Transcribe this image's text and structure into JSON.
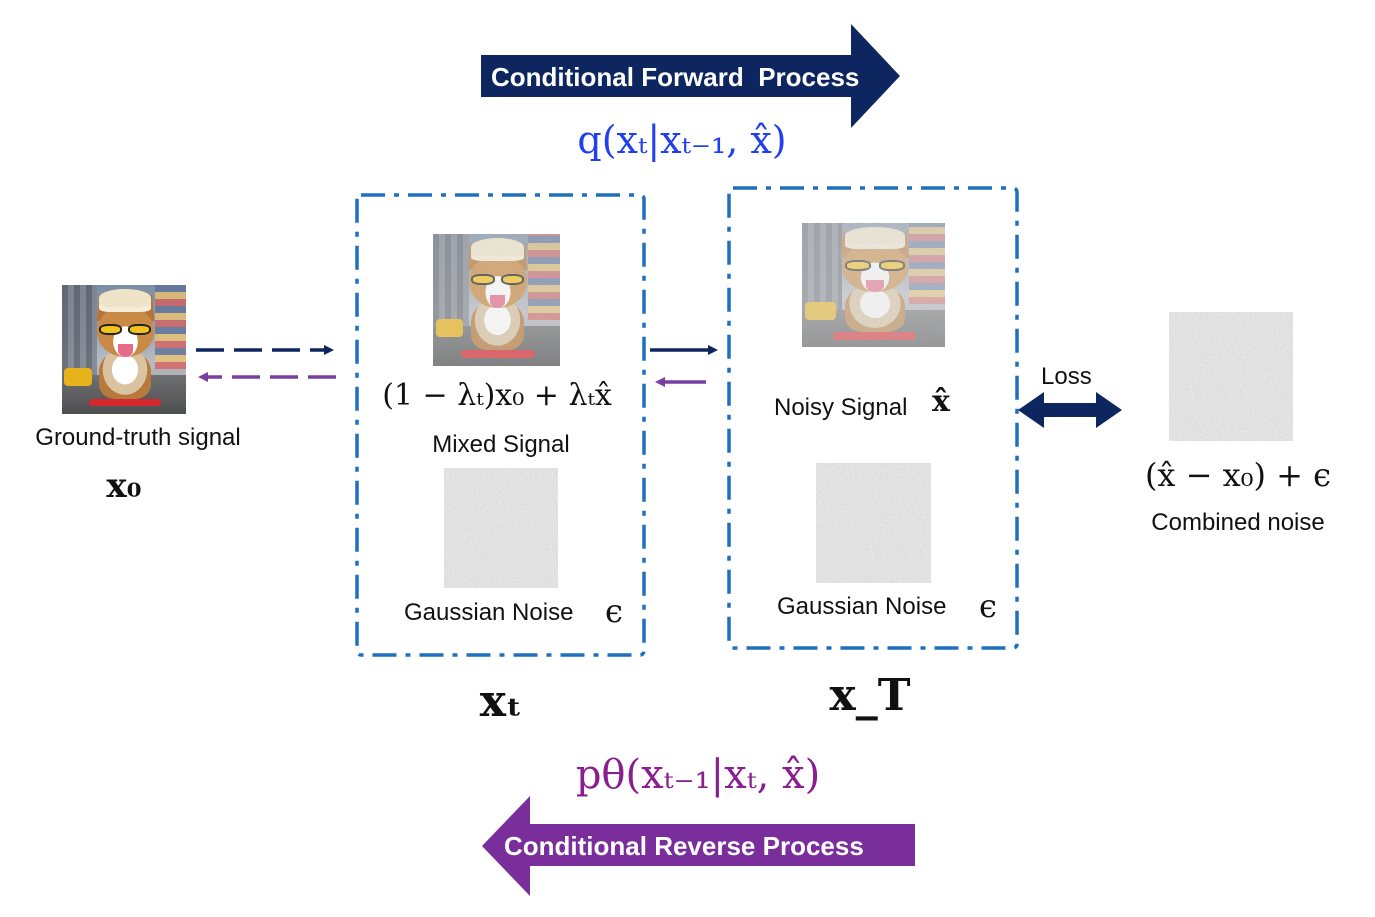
{
  "forward_banner": {
    "label": "Conditional Forward  Process",
    "color": "#0d2660"
  },
  "reverse_banner": {
    "label": "Conditional Reverse Process",
    "color": "#7a2e9c"
  },
  "forward_formula": {
    "text": "q(xₜ|xₜ₋₁, x̂)",
    "color": "#1f3ff0"
  },
  "reverse_formula": {
    "text": "pθ(xₜ₋₁|xₜ, x̂)",
    "color": "#8a1d8f"
  },
  "ground_truth": {
    "label": "Ground-truth signal",
    "symbol": "x₀"
  },
  "xt_box": {
    "mixed_formula": "(1 − λₜ)x₀ + λₜx̂",
    "mixed_label": "Mixed Signal",
    "noise_label": "Gaussian Noise",
    "noise_symbol": "ϵ",
    "symbol": "xₜ"
  },
  "xT_box": {
    "noisy_label": "Noisy Signal",
    "noisy_symbol": "x̂",
    "noise_label": "Gaussian Noise",
    "noise_symbol": "ϵ",
    "symbol": "x_T"
  },
  "loss": {
    "label": "Loss"
  },
  "combined": {
    "formula": "(x̂ − x₀) + ϵ",
    "label": "Combined noise"
  },
  "colors": {
    "box_border": "#1f6fbf",
    "dark_arrow": "#0d2660",
    "purple_arrow": "#7a3ea0"
  }
}
